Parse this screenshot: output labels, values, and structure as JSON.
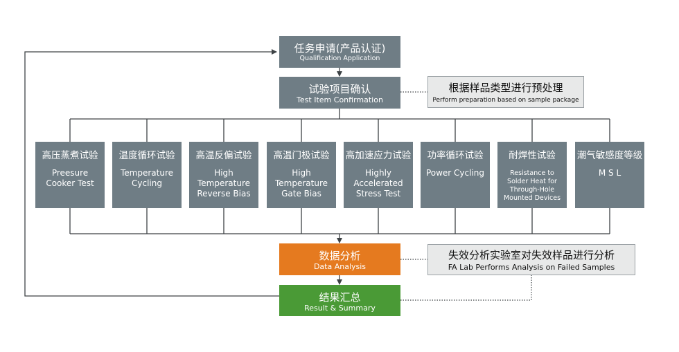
{
  "steps": {
    "qualification": {
      "zh": "任务申请(产品认证)",
      "en": "Qualification Application"
    },
    "confirmation": {
      "zh": "试验项目确认",
      "en": "Test Item Confirmation"
    },
    "analysis": {
      "zh": "数据分析",
      "en": "Data Analysis"
    },
    "summary": {
      "zh": "结果汇总",
      "en": "Result & Summary"
    }
  },
  "notes": {
    "pretreatment": {
      "zh": "根据样品类型进行预处理",
      "en": "Perform preparation based on sample package"
    },
    "fa_lab": {
      "zh": "失效分析实验室对失效样品进行分析",
      "en": "FA Lab Performs Analysis on Failed Samples"
    }
  },
  "tests": [
    {
      "zh": "高压蒸煮试验",
      "en": "Preesure\nCooker Test"
    },
    {
      "zh": "温度循环试验",
      "en": "Temperature\nCycling"
    },
    {
      "zh": "高温反偏试验",
      "en": "High\nTemperature\nReverse Bias"
    },
    {
      "zh": "高温门极试验",
      "en": "High\nTemperature\nGate Bias"
    },
    {
      "zh": "高加速应力试验",
      "en": "Highly\nAccelerated\nStress Test"
    },
    {
      "zh": "功率循环试验",
      "en": "Power Cycling"
    },
    {
      "zh": "耐焊性试验",
      "en": "Resistance to\nSolder Heat  for\nThrough-Hole\nMounted Devices"
    },
    {
      "zh": "潮气敏感度等级",
      "en": "M S L"
    }
  ],
  "colors": {
    "step": "#6f7d85",
    "analysis": "#e57a1f",
    "summary": "#4a9a36",
    "note_bg": "#e8e9e9",
    "connector": "#3d4245"
  }
}
